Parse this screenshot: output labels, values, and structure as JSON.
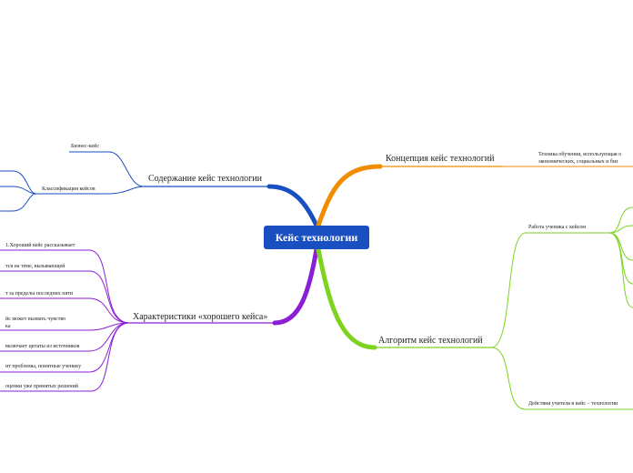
{
  "central": "Кейс технологии",
  "branches": {
    "content": {
      "label": "Содержание кейс технологии",
      "color": "#1a4fc2",
      "children": [
        "Бизнес-кейс",
        "Классификация кейсов"
      ]
    },
    "characteristics": {
      "label": "Характеристики «хорошего кейса»",
      "color": "#8a1fd6",
      "children": [
        "1.Хороший кейс рассказывает",
        "тся на теме, вызывающей",
        "т за пределы последних пяти",
        "йс может вызвать чувство",
        "ка",
        "включает цитаты из источников",
        "ит проблемы, понятные ученику",
        "оценки уже принятых решений"
      ]
    },
    "concept": {
      "label": "Концепция кейс технологий",
      "color": "#f08c00",
      "children": [
        "Техника обучения, использующая о",
        "экономических, социальных и биз"
      ]
    },
    "algorithm": {
      "label": "Алгоритм кейс технологий",
      "color": "#7ed321",
      "children": [
        "Работа ученика с кейсом",
        "Действия учителя в кейс – технологии"
      ]
    }
  }
}
